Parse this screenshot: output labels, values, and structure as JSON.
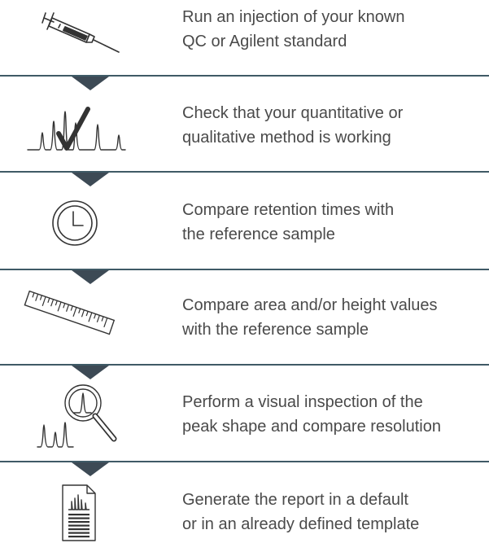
{
  "steps": [
    {
      "line1": "Run an injection of your known",
      "line2": "QC or Agilent standard",
      "icon": "syringe-icon"
    },
    {
      "line1": "Check that your quantitative or",
      "line2": "qualitative method is working",
      "icon": "chromatogram-check-icon"
    },
    {
      "line1": "Compare retention times with",
      "line2": "the reference sample",
      "icon": "clock-icon"
    },
    {
      "line1": "Compare area and/or height values",
      "line2": "with the reference sample",
      "icon": "ruler-icon"
    },
    {
      "line1": "Perform a visual inspection of the",
      "line2": "peak shape and compare resolution",
      "icon": "magnifier-peaks-icon"
    },
    {
      "line1": "Generate the report in a default",
      "line2": "or in an already defined template",
      "icon": "report-document-icon"
    }
  ],
  "colors": {
    "text": "#4a4a4a",
    "divider": "#3f5a66",
    "arrow": "#3d4a55",
    "icon_stroke": "#333333"
  }
}
